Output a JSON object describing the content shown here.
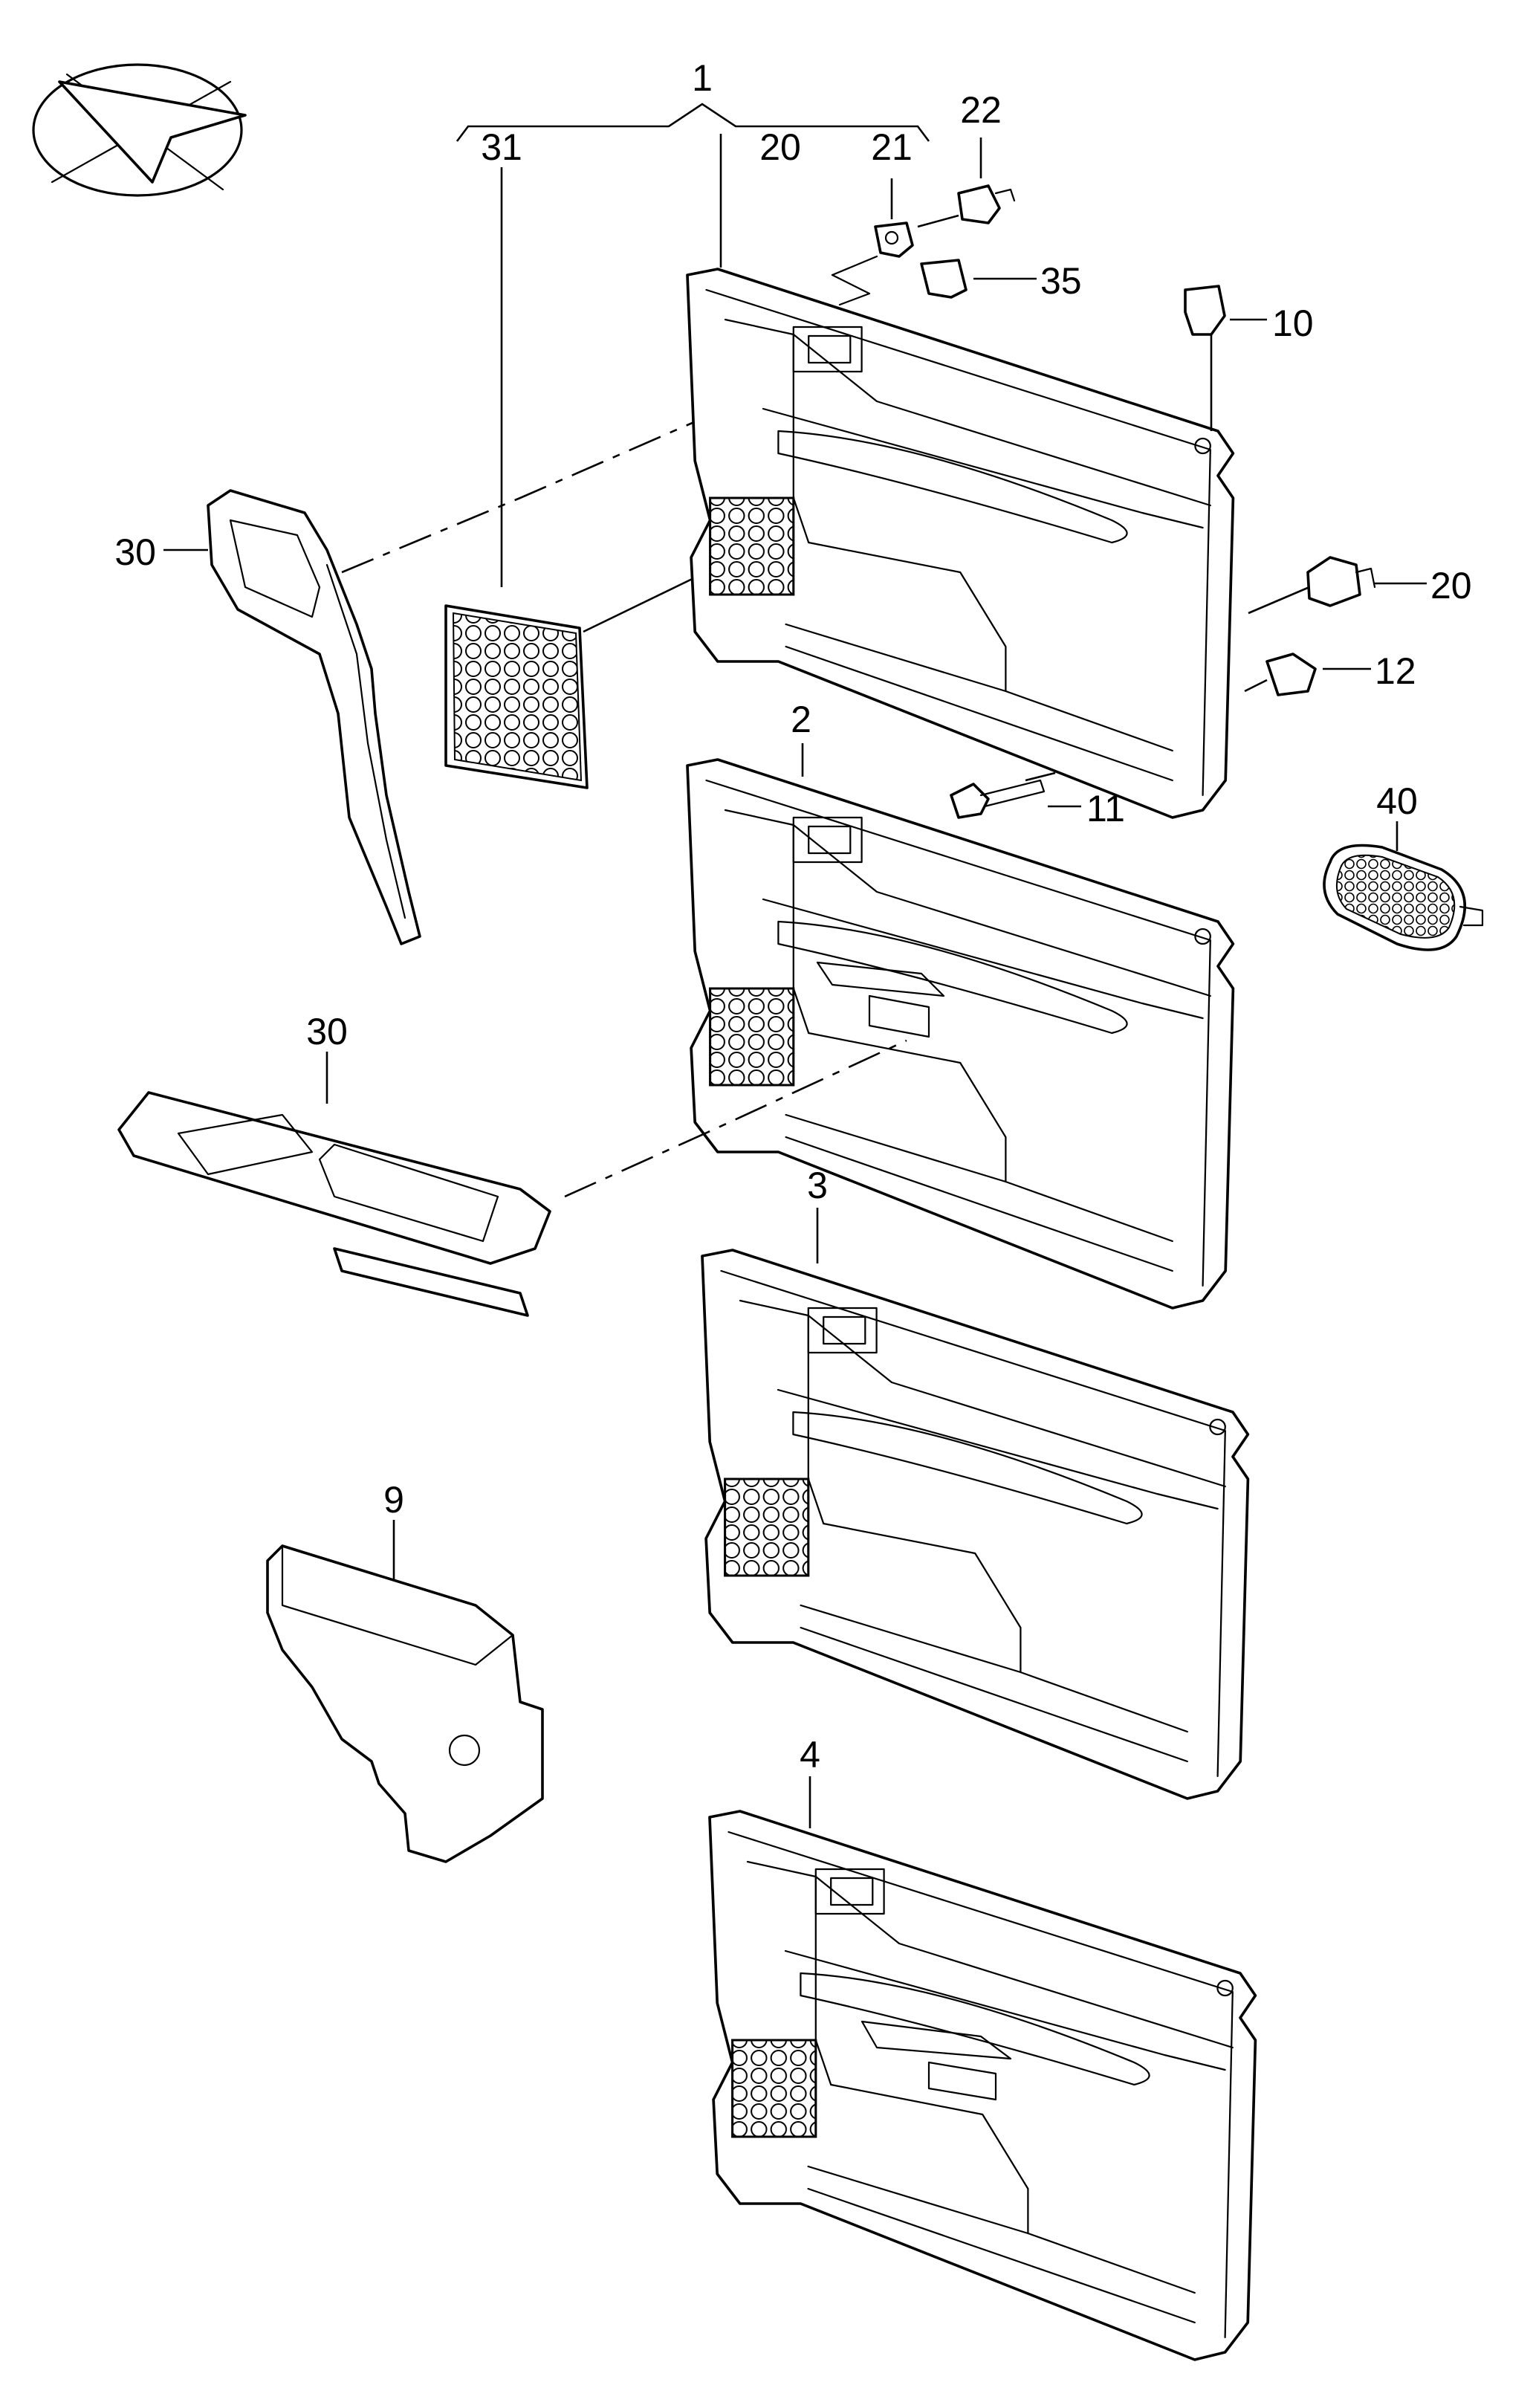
{
  "labels": {
    "l1": "1",
    "l2": "2",
    "l3": "3",
    "l4": "4",
    "l9": "9",
    "l10": "10",
    "l11": "11",
    "l12": "12",
    "l20a": "20",
    "l20b": "20",
    "l21": "21",
    "l22": "22",
    "l30a": "30",
    "l30b": "30",
    "l31": "31",
    "l35": "35",
    "l40": "40"
  },
  "icons": {
    "orientation": "orientation-arrow-icon"
  },
  "colors": {
    "line": "#000000",
    "background": "#ffffff"
  }
}
